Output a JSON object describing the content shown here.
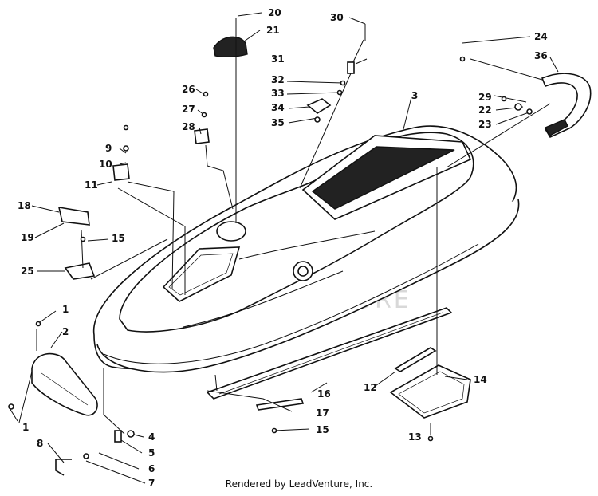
{
  "diagram": {
    "callouts": [
      {
        "id": "c1a",
        "text": "1"
      },
      {
        "id": "c1b",
        "text": "1"
      },
      {
        "id": "c2",
        "text": "2"
      },
      {
        "id": "c3",
        "text": "3"
      },
      {
        "id": "c4",
        "text": "4"
      },
      {
        "id": "c5",
        "text": "5"
      },
      {
        "id": "c6",
        "text": "6"
      },
      {
        "id": "c7",
        "text": "7"
      },
      {
        "id": "c8",
        "text": "8"
      },
      {
        "id": "c9",
        "text": "9"
      },
      {
        "id": "c10",
        "text": "10"
      },
      {
        "id": "c11",
        "text": "11"
      },
      {
        "id": "c12",
        "text": "12"
      },
      {
        "id": "c13",
        "text": "13"
      },
      {
        "id": "c14",
        "text": "14"
      },
      {
        "id": "c15a",
        "text": "15"
      },
      {
        "id": "c15b",
        "text": "15"
      },
      {
        "id": "c16",
        "text": "16"
      },
      {
        "id": "c17",
        "text": "17"
      },
      {
        "id": "c18",
        "text": "18"
      },
      {
        "id": "c19",
        "text": "19"
      },
      {
        "id": "c20",
        "text": "20"
      },
      {
        "id": "c21",
        "text": "21"
      },
      {
        "id": "c22",
        "text": "22"
      },
      {
        "id": "c23",
        "text": "23"
      },
      {
        "id": "c24",
        "text": "24"
      },
      {
        "id": "c25",
        "text": "25"
      },
      {
        "id": "c26",
        "text": "26"
      },
      {
        "id": "c27",
        "text": "27"
      },
      {
        "id": "c28",
        "text": "28"
      },
      {
        "id": "c29",
        "text": "29"
      },
      {
        "id": "c30",
        "text": "30"
      },
      {
        "id": "c31",
        "text": "31"
      },
      {
        "id": "c32",
        "text": "32"
      },
      {
        "id": "c33",
        "text": "33"
      },
      {
        "id": "c34",
        "text": "34"
      },
      {
        "id": "c35",
        "text": "35"
      },
      {
        "id": "c36",
        "text": "36"
      }
    ],
    "watermark": "LEADVENTURE"
  },
  "footer": {
    "text": "Rendered by LeadVenture, Inc."
  }
}
